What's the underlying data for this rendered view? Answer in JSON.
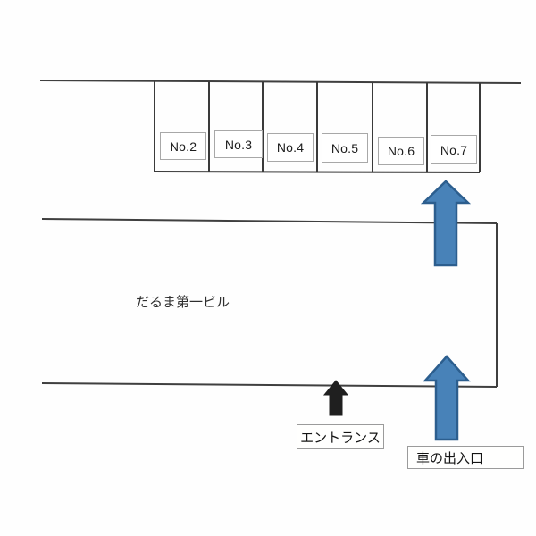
{
  "diagram": {
    "title": "parking-layout-map",
    "background_color": "#ffffff",
    "line_color": "#3f3f3f",
    "box_border_color": "#a8a8a8",
    "accent_blue_fill": "#4882b8",
    "accent_blue_stroke": "#2c5e8e",
    "black_arrow_color": "#1f1f1f"
  },
  "parking": {
    "spaces": [
      {
        "label": "No.2"
      },
      {
        "label": "No.3"
      },
      {
        "label": "No.4"
      },
      {
        "label": "No.5"
      },
      {
        "label": "No.6"
      },
      {
        "label": "No.7"
      }
    ]
  },
  "building": {
    "label": "だるま第一ビル"
  },
  "entrance": {
    "label": "エントランス"
  },
  "car_gate": {
    "label": "車の出入口"
  },
  "icons": {
    "up_arrow": "↑"
  }
}
